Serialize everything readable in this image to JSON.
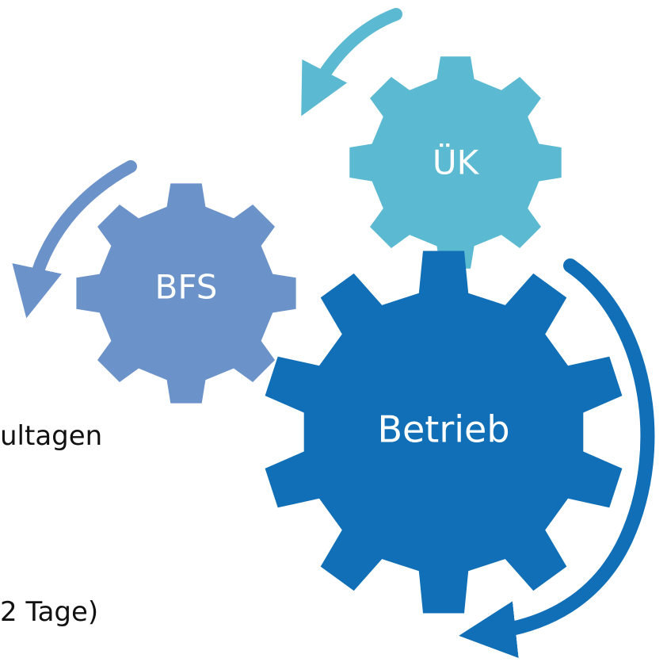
{
  "background_text": {
    "line1": "ultagen",
    "line2": "2 Tage)"
  },
  "gears": {
    "bfs": {
      "label": "BFS",
      "color": "#6b92c9"
    },
    "uk": {
      "label": "ÜK",
      "color": "#5bbad2"
    },
    "betrieb": {
      "label": "Betrieb",
      "color": "#106fb6"
    }
  },
  "arrows": {
    "bfs_arrow_color": "#6b92c9",
    "uk_arrow_color": "#5bbad2",
    "betrieb_arrow_color": "#106fb6"
  }
}
